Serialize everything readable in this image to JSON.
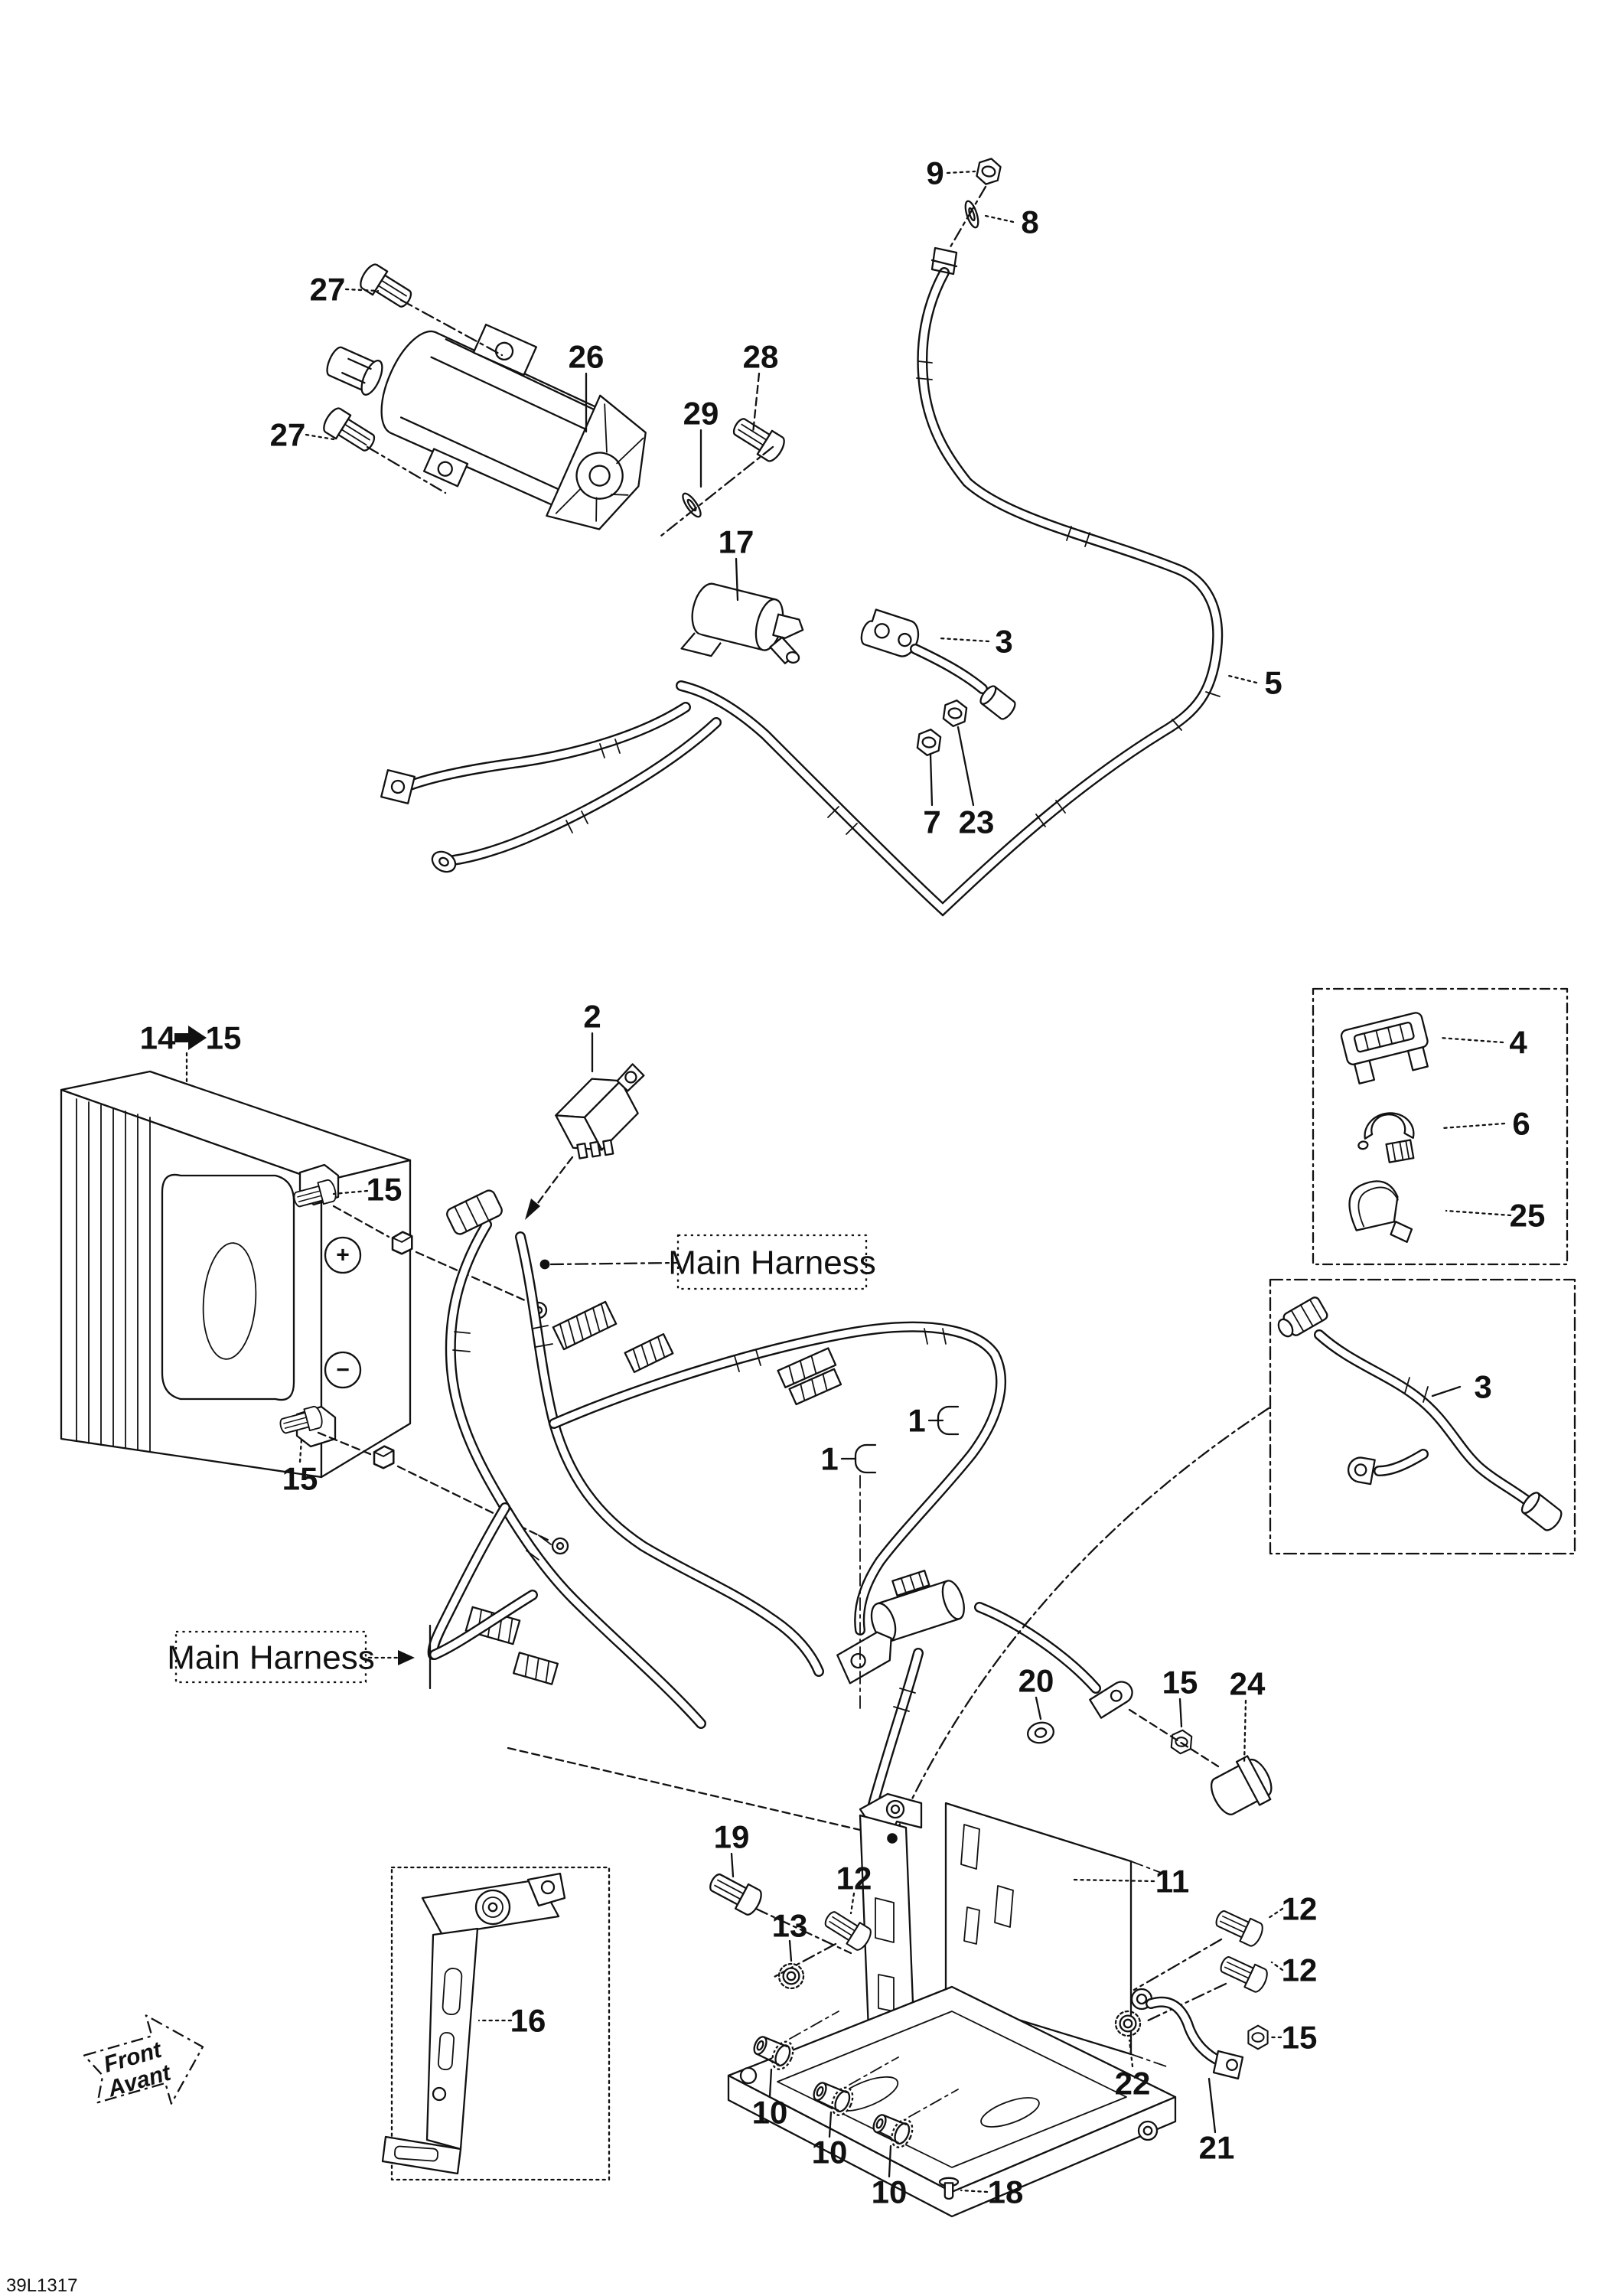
{
  "title": "Electrical System exploded parts diagram",
  "diagram_code": "39L1317",
  "labels": {
    "main_harness_top": "Main Harness",
    "main_harness_bottom": "Main Harness",
    "front_en": "Front",
    "front_fr": "Avant",
    "battery_from": "14",
    "battery_to": "15",
    "plus": "+",
    "minus": "−"
  },
  "callouts": {
    "c9": "9",
    "c8": "8",
    "c27a": "27",
    "c27b": "27",
    "c26": "26",
    "c28": "28",
    "c29": "29",
    "c17": "17",
    "c3a": "3",
    "c7": "7",
    "c23": "23",
    "c5": "5",
    "c2": "2",
    "c15a": "15",
    "c15b": "15",
    "c1a": "1",
    "c1b": "1",
    "c4": "4",
    "c6": "6",
    "c25": "25",
    "c3b": "3",
    "c20": "20",
    "c15c": "15",
    "c24": "24",
    "c11": "11",
    "c19": "19",
    "c12a": "12",
    "c13": "13",
    "c12b": "12",
    "c12c": "12",
    "c15d": "15",
    "c22": "22",
    "c21": "21",
    "c16": "16",
    "c10a": "10",
    "c10b": "10",
    "c10c": "10",
    "c18": "18"
  },
  "colors": {
    "ink": "#111111",
    "paper": "#ffffff"
  }
}
